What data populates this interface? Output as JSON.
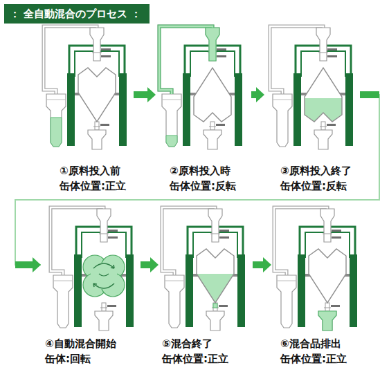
{
  "diagram": {
    "title": "： 全自動混合のプロセス ：",
    "nodes": [
      {
        "text": [
          "①原料投入前",
          "缶体位置:正立"
        ]
      },
      {
        "text": [
          "②原料投入時",
          "缶体位置:反転"
        ]
      },
      {
        "text": [
          "③原料投入終了",
          "缶体位置:反転"
        ]
      },
      {
        "text": [
          "④自動混合開始",
          "缶体:回転"
        ]
      },
      {
        "text": [
          "⑤混合終了",
          "缶体位置:正立"
        ]
      },
      {
        "text": [
          "⑥混合品排出",
          "缶体位置:正立"
        ]
      }
    ],
    "edges": [
      {
        "from": 0,
        "to": 1,
        "arrow": "to"
      },
      {
        "from": 1,
        "to": 2,
        "arrow": "to"
      },
      {
        "from": 2,
        "to": 3,
        "arrow": "to"
      },
      {
        "from": 3,
        "to": 4,
        "arrow": "to"
      },
      {
        "from": 4,
        "to": 5,
        "arrow": "to"
      }
    ]
  }
}
